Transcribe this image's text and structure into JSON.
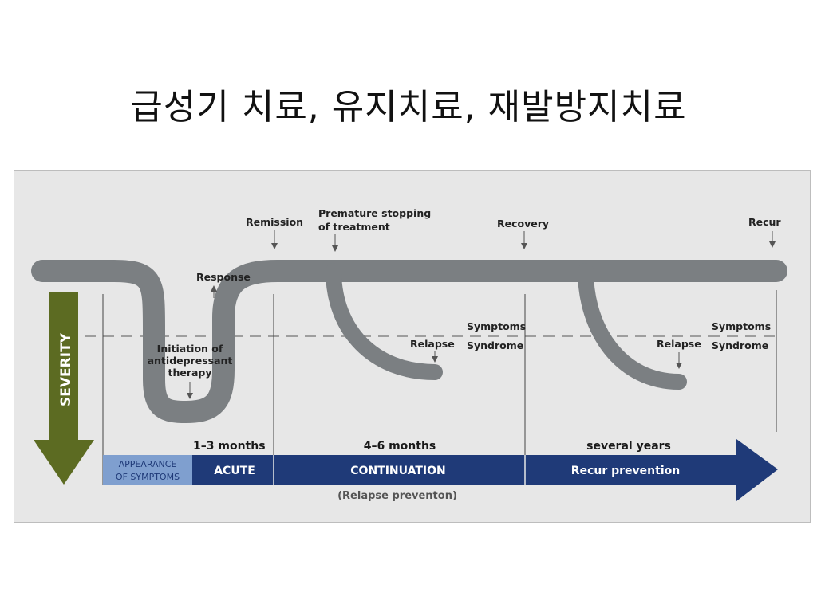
{
  "slide": {
    "title": "급성기 치료, 유지치료, 재발방지치료"
  },
  "diagram": {
    "colors": {
      "curve": "#7b7f82",
      "bar_dark": "#1f3a78",
      "bar_light": "#7f9fcf",
      "severity_arrow": "#5c6b22",
      "background": "#e7e7e7"
    },
    "markers": {
      "remission": "Remission",
      "premature_line1": "Premature stopping",
      "premature_line2": "of treatment",
      "recovery": "Recovery",
      "recur": "Recur",
      "response": "Response"
    },
    "severity_label": "SEVERITY",
    "initiation_line1": "Initiation of",
    "initiation_line2": "antidepressant",
    "initiation_line3": "therapy",
    "relapse_1": "Relapse",
    "relapse_2": "Relapse",
    "symptoms_1": "Symptoms",
    "syndrome_1": "Syndrome",
    "symptoms_2": "Symptoms",
    "syndrome_2": "Syndrome",
    "durations": {
      "acute": "1–3 months",
      "continuation": "4–6 months",
      "recur": "several years"
    },
    "phases": {
      "appearance_line1": "APPEARANCE",
      "appearance_line2": "OF SYMPTOMS",
      "acute": "ACUTE",
      "continuation": "CONTINUATION",
      "recur_prevention": "Recur prevention"
    },
    "continuation_note": "(Relapse preventon)"
  }
}
